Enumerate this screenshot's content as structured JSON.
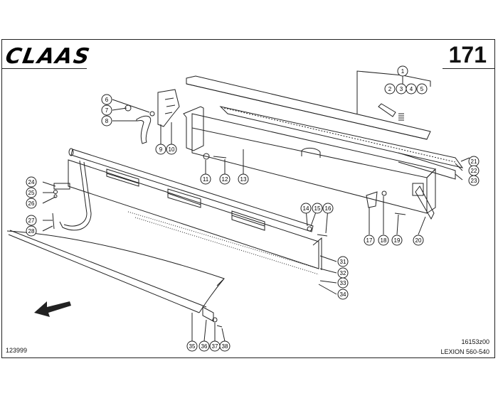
{
  "brand": "CLAAS",
  "page_number": "171",
  "footer": {
    "ref_left": "123999",
    "ref_right": "16153z00",
    "model": "LEXION 560-540"
  },
  "callouts": [
    "1",
    "2",
    "3",
    "4",
    "5",
    "6",
    "7",
    "8",
    "9",
    "10",
    "11",
    "12",
    "13",
    "14",
    "15",
    "16",
    "17",
    "18",
    "19",
    "20",
    "21",
    "22",
    "23",
    "24",
    "25",
    "26",
    "27",
    "28",
    "31",
    "32",
    "33",
    "34",
    "35",
    "36",
    "37",
    "38"
  ]
}
